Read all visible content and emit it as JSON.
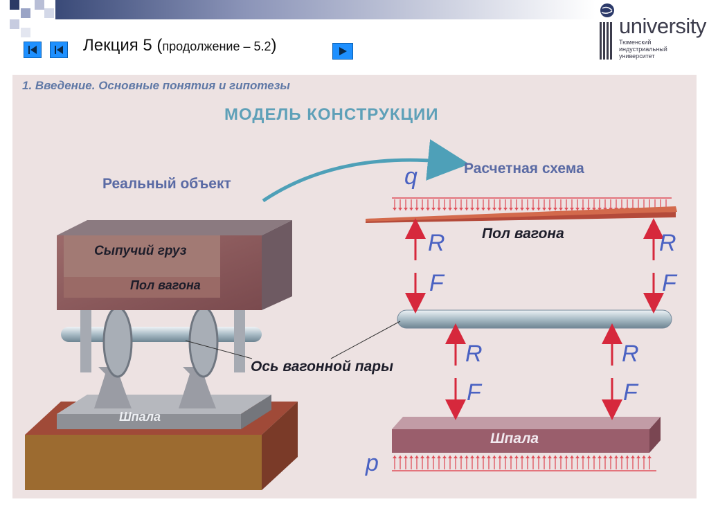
{
  "header": {
    "title_main": "Лекция 5 (",
    "title_sub": "продолжение – 5.2",
    "title_close": ")",
    "nav": [
      "first-page-icon",
      "previous-page-icon",
      "next-page-icon"
    ]
  },
  "logo": {
    "word": "university",
    "lines": [
      "Тюменский",
      "индустриальный",
      "университет"
    ]
  },
  "slide": {
    "section": "1. Введение. Основные понятия и гипотезы",
    "heading": "МОДЕЛЬ КОНСТРУКЦИИ",
    "real_object": "Реальный объект",
    "design_scheme": "Расчетная схема",
    "bulk_cargo": "Сыпучий груз",
    "wagon_floor": "Пол вагона",
    "wagon_floor_scheme": "Пол вагона",
    "axle": "Ось вагонной пары",
    "sleeper": "Шпала",
    "sleeper_scheme": "Шпала",
    "symbols": {
      "q": "q",
      "p": "p",
      "R": "R",
      "F": "F"
    }
  },
  "colors": {
    "accent_blue": "#1e90ff",
    "panel_bg": "#ede2e2",
    "arrow_red": "#d6283c",
    "heading_teal": "#5ea0b8"
  }
}
